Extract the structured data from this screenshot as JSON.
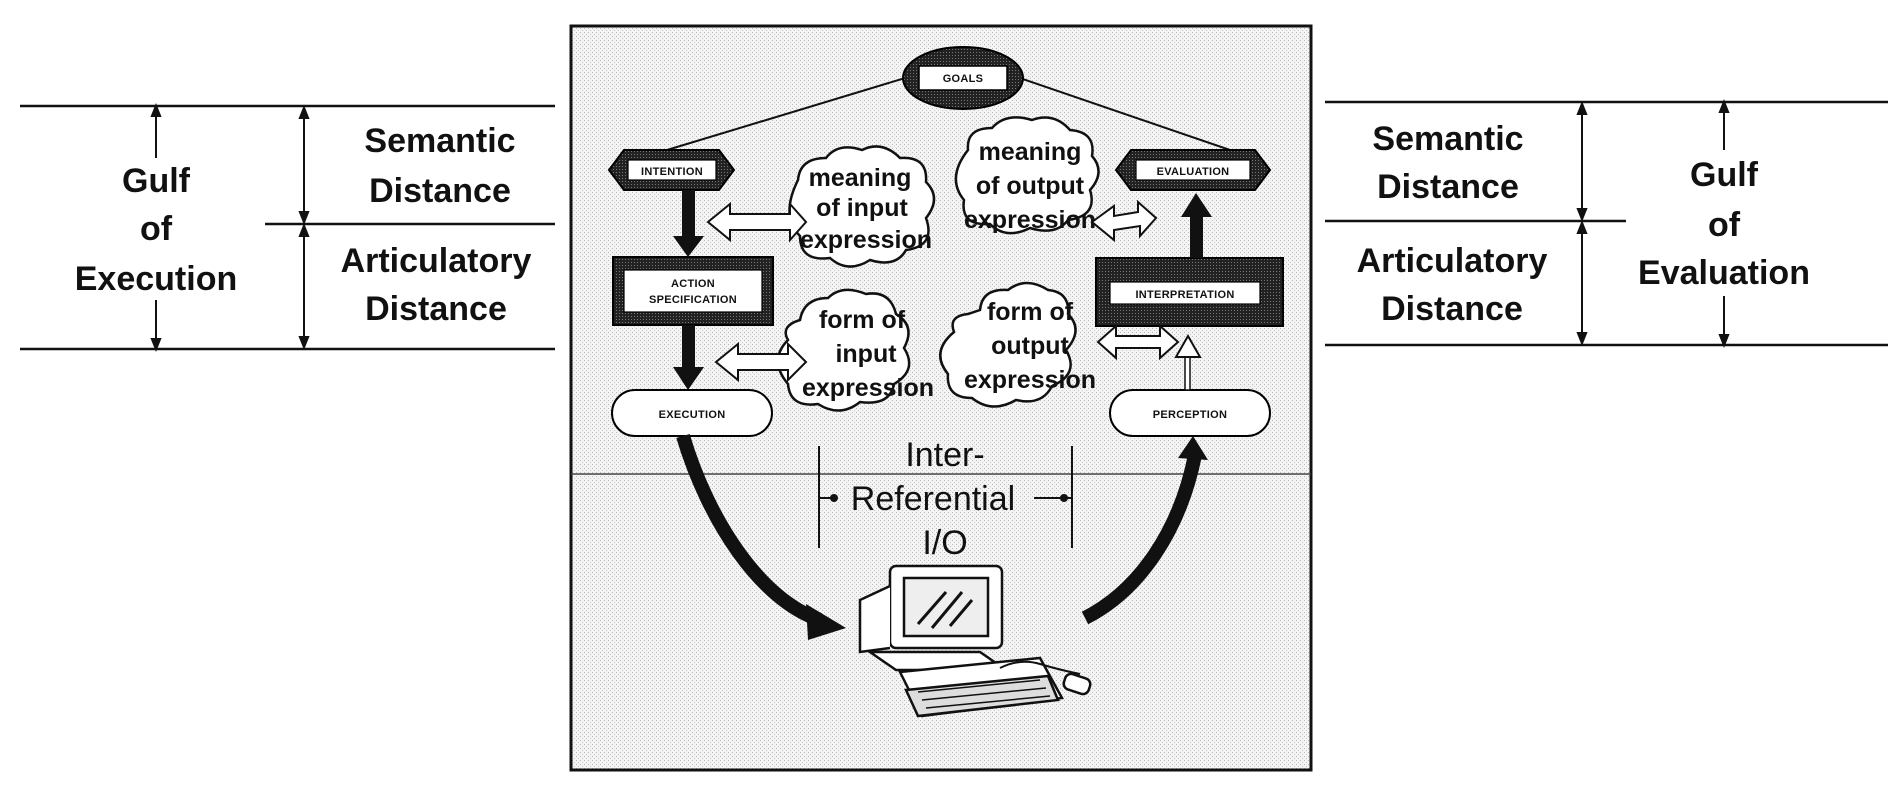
{
  "left": {
    "gulf": [
      "Gulf",
      "of",
      "Execution"
    ],
    "semantic": [
      "Semantic",
      "Distance"
    ],
    "articulatory": [
      "Articulatory",
      "Distance"
    ]
  },
  "right": {
    "semantic": [
      "Semantic",
      "Distance"
    ],
    "articulatory": [
      "Articulatory",
      "Distance"
    ],
    "gulf": [
      "Gulf",
      "of",
      "Evaluation"
    ]
  },
  "nodes": {
    "goals": "GOALS",
    "intention": "INTENTION",
    "evaluation": "EVALUATION",
    "action_spec": [
      "ACTION",
      "SPECIFICATION"
    ],
    "interpretation": "INTERPRETATION",
    "execution": "EXECUTION",
    "perception": "PERCEPTION"
  },
  "clouds": {
    "meaning_input": [
      "meaning",
      "of input",
      "expression"
    ],
    "meaning_output": [
      "meaning",
      "of output",
      "expression"
    ],
    "form_input": [
      "form of",
      "input",
      "expression"
    ],
    "form_output": [
      "form of",
      "output",
      "expression"
    ]
  },
  "inter_referential": [
    "Inter-",
    "Referential",
    "I/O"
  ]
}
